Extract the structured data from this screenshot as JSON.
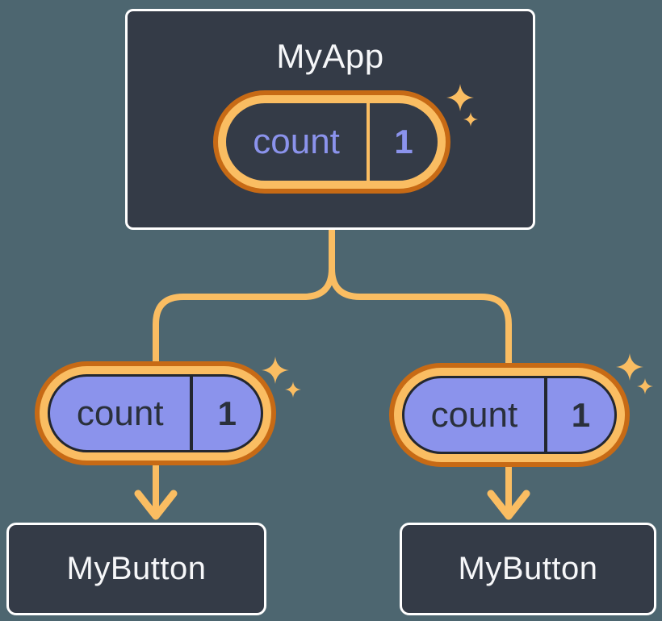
{
  "diagram": {
    "description": "React component tree sharing state: MyApp holds state pill, passes prop pills to two MyButton children",
    "background_color": "#4D6670",
    "colors": {
      "box_fill": "#343B47",
      "box_border": "#FFFFFF",
      "text_light": "#F6F7F9",
      "text_dark": "#2A303B",
      "orange_light": "#FABD62",
      "orange_dark": "#C76A15",
      "lavender": "#8B93EC"
    },
    "root": {
      "title": "MyApp",
      "state_pill": {
        "label": "count",
        "value": "1"
      }
    },
    "children": [
      {
        "title": "MyButton",
        "prop_pill": {
          "label": "count",
          "value": "1"
        }
      },
      {
        "title": "MyButton",
        "prop_pill": {
          "label": "count",
          "value": "1"
        }
      }
    ]
  }
}
